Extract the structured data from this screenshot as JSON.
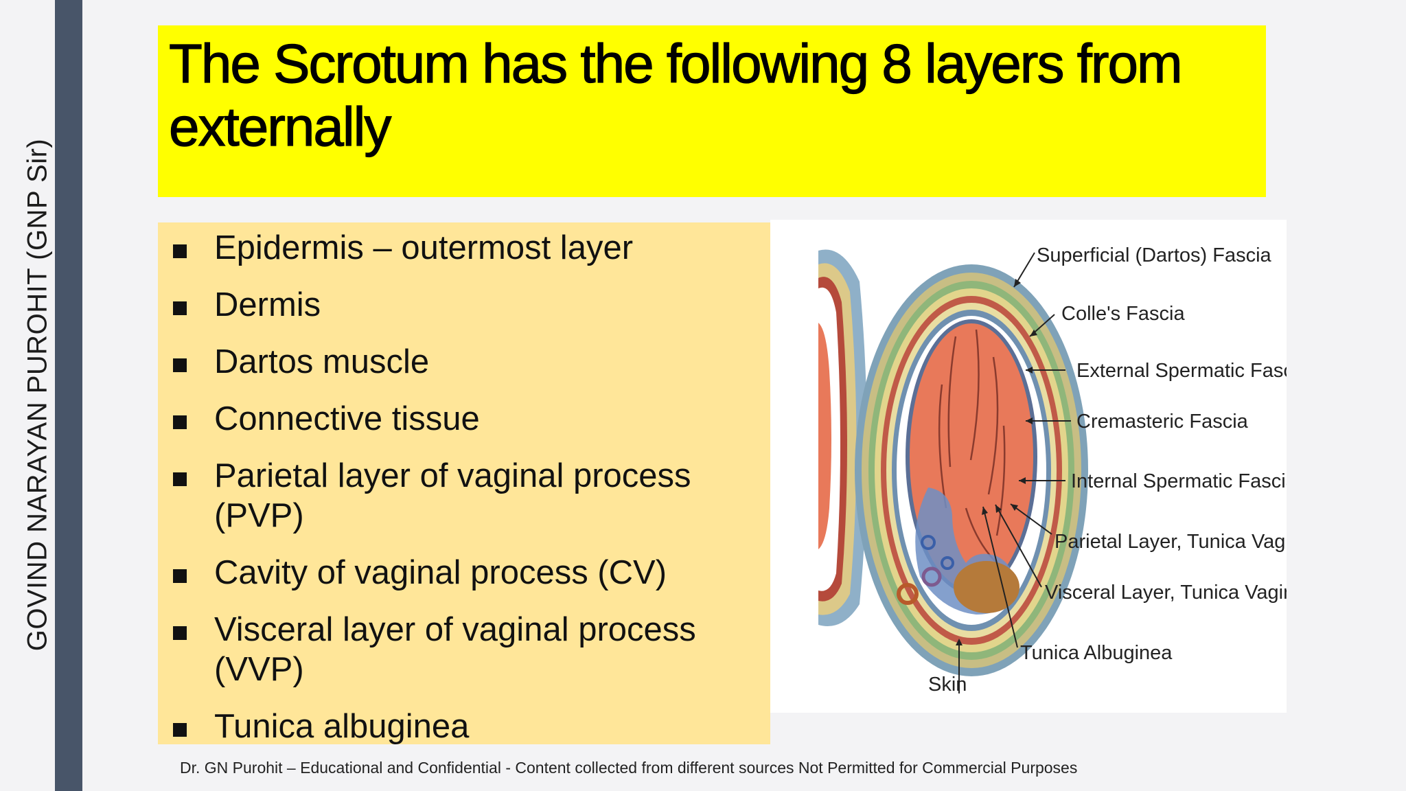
{
  "sidebar": {
    "label": "GOVIND NARAYAN PUROHIT (GNP Sir)"
  },
  "title": "The Scrotum has the following 8 layers from externally",
  "layers": [
    "Epidermis – outermost layer",
    "Dermis",
    "Dartos muscle",
    "Connective tissue",
    "Parietal layer of vaginal process (PVP)",
    "Cavity of vaginal process (CV)",
    "Visceral layer of vaginal process (VVP)",
    "Tunica albuginea"
  ],
  "figure": {
    "labels": {
      "superficial": "Superficial (Dartos) Fascia",
      "colles": "Colle's Fascia",
      "external": "External Spermatic Fascia",
      "cremasteric": "Cremasteric Fascia",
      "internal": "Internal Spermatic Fascia",
      "parietal": "Parietal Layer, Tunica Vaginalis",
      "visceral": "Visceral Layer, Tunica Vaginalis",
      "albuginea": "Tunica Albuginea",
      "skin": "Skin"
    }
  },
  "footer": "Dr. GN Purohit – Educational and Confidential - Content  collected from different sources Not Permitted for Commercial Purposes",
  "colors": {
    "title_bg": "#ffff00",
    "list_bg": "#ffe699",
    "side_bar": "#485569",
    "testis": "#e8795a"
  }
}
